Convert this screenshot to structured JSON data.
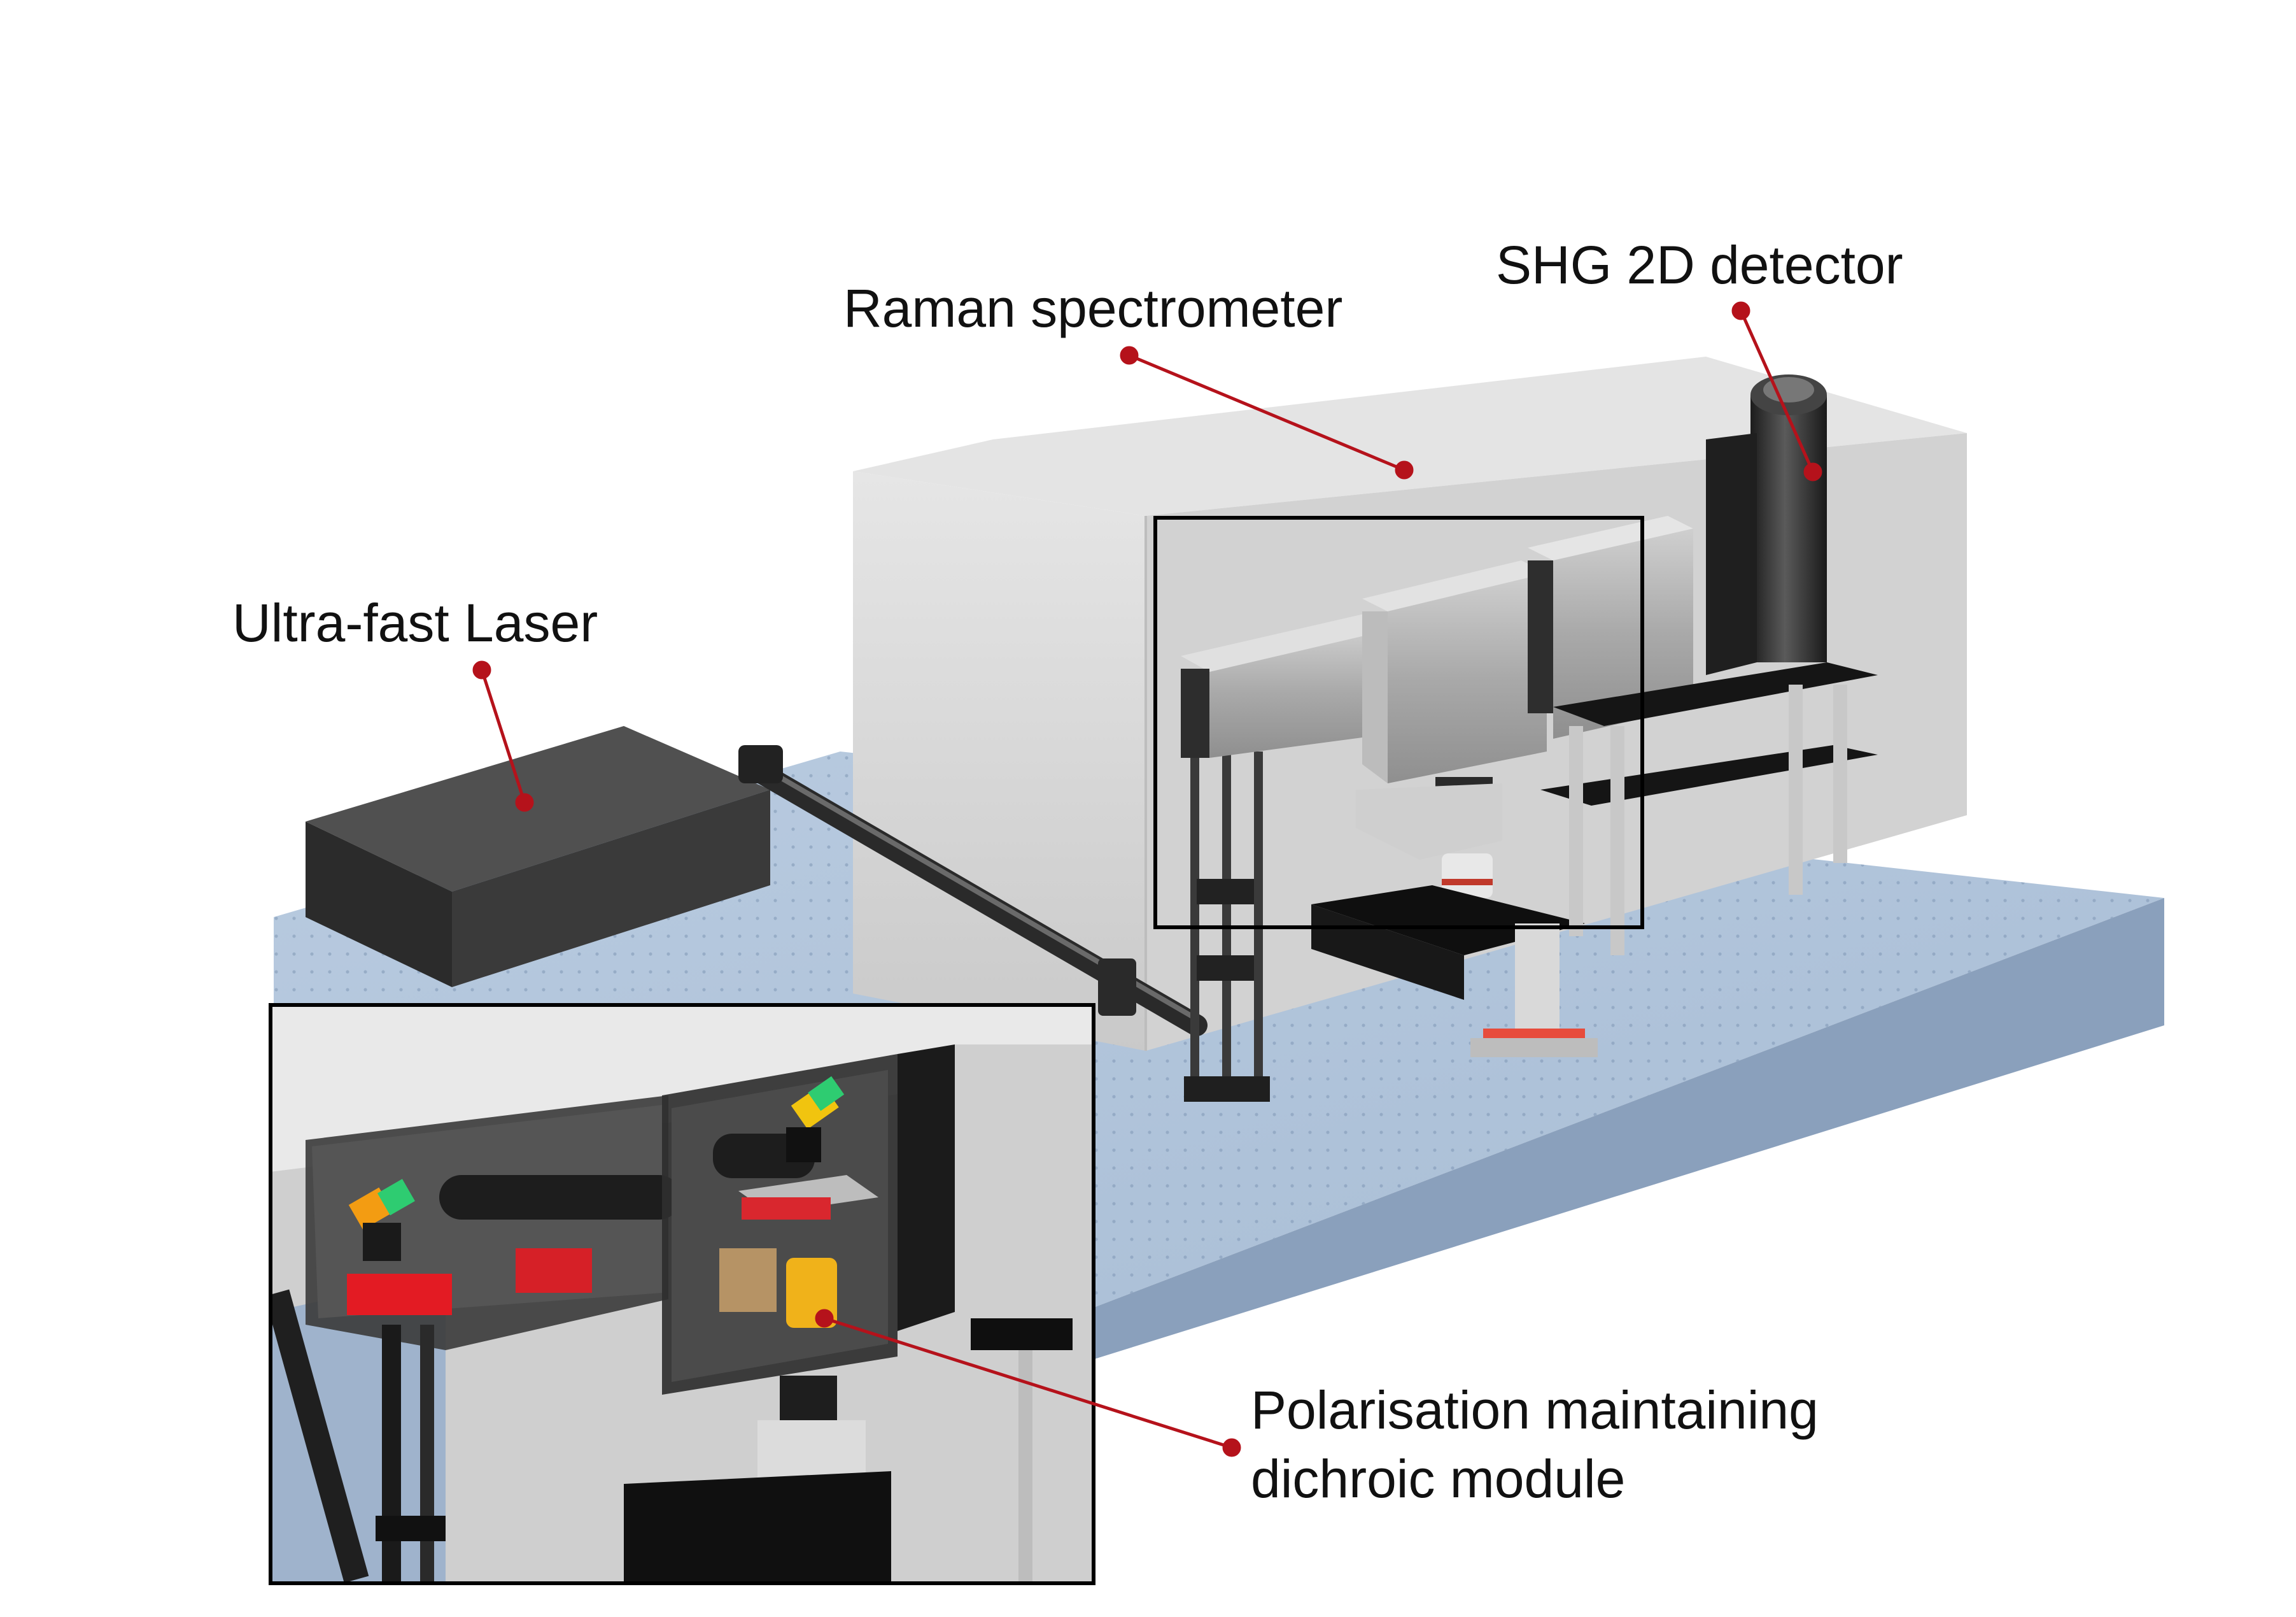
{
  "labels": {
    "raman": "Raman spectrometer",
    "shg": "SHG 2D detector",
    "laser": "Ultra-fast Laser",
    "dichroic_line1": "Polarisation maintaining",
    "dichroic_line2": "dichroic module"
  },
  "colors": {
    "leader_line": "#b5121b",
    "optical_table": "#9fb3cc",
    "spectrometer_body": "#d8d8d8",
    "laser_box": "#2f2f2f",
    "inset_frame": "#000000",
    "mount_red": "#e31b23"
  },
  "icons": [
    "leader-dot",
    "zoom-frame"
  ]
}
